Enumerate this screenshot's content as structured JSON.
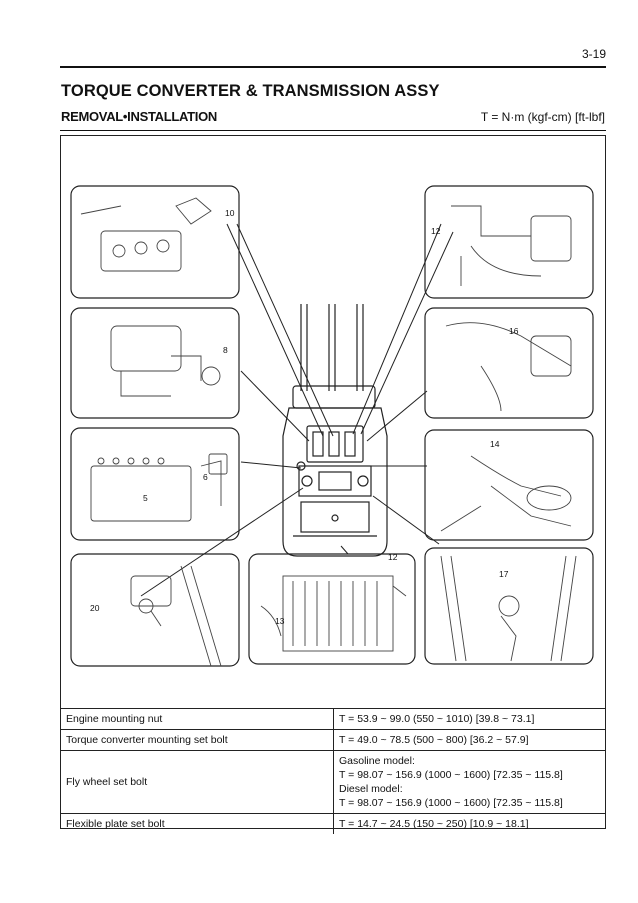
{
  "header": {
    "page_number": "3-19",
    "title": "TORQUE CONVERTER & TRANSMISSION ASSY",
    "subtitle": "REMOVAL•INSTALLATION",
    "units": "T = N·m (kgf-cm) [ft-lbf]"
  },
  "callouts": [
    "10",
    "12",
    "8",
    "16",
    "6",
    "5",
    "14",
    "12",
    "17",
    "20",
    "13"
  ],
  "spec_table": [
    {
      "name": "Engine mounting nut",
      "values": [
        "T = 53.9 ~ 99.0 (550 ~ 1010) [39.8 ~ 73.1]"
      ]
    },
    {
      "name": "Torque converter mounting set bolt",
      "values": [
        "T = 49.0 ~ 78.5 (500 ~ 800) [36.2 ~ 57.9]"
      ]
    },
    {
      "name": "Fly wheel set bolt",
      "values": [
        "Gasoline model:",
        "T = 98.07 ~ 156.9 (1000 ~ 1600) [72.35 ~ 115.8]",
        "Diesel model:",
        "T = 98.07 ~ 156.9 (1000 ~ 1600) [72.35 ~ 115.8]"
      ]
    },
    {
      "name": "Flexible plate set bolt",
      "values": [
        "T = 14.7 ~ 24.5 (150 ~ 250) [10.9 ~ 18.1]"
      ]
    }
  ]
}
